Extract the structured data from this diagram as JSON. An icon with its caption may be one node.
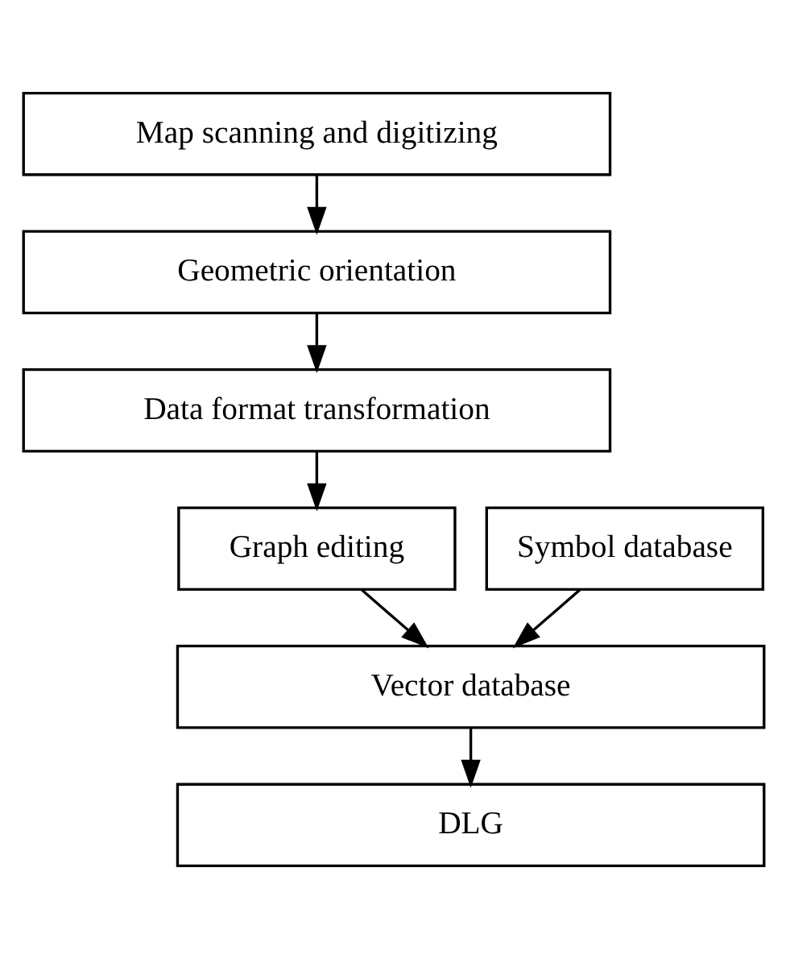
{
  "diagram": {
    "nodes": [
      {
        "text": [
          "Map scanning and digitizing"
        ]
      },
      {
        "text": [
          "Geometric orientation"
        ]
      },
      {
        "text": [
          "Data format transformation"
        ]
      },
      {
        "text": [
          "Graph editing"
        ]
      },
      {
        "text": [
          "Symbol database"
        ]
      },
      {
        "text": [
          "Vector database"
        ]
      },
      {
        "text": [
          "DLG"
        ]
      }
    ],
    "edges": [
      {
        "from": 0,
        "to": 1,
        "arrow": "to"
      },
      {
        "from": 1,
        "to": 2,
        "arrow": "to"
      },
      {
        "from": 2,
        "to": 3,
        "arrow": "to"
      },
      {
        "from": 3,
        "to": 5,
        "arrow": "to"
      },
      {
        "from": 4,
        "to": 5,
        "arrow": "to"
      },
      {
        "from": 5,
        "to": 6,
        "arrow": "to"
      }
    ]
  }
}
